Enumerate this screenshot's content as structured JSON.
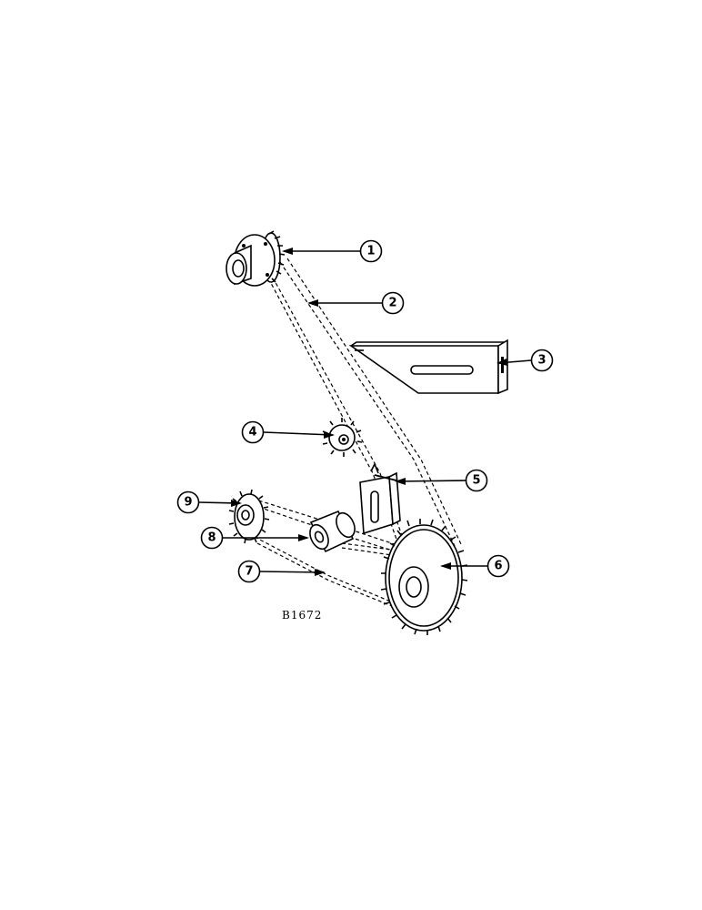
{
  "figure_id": "B1672",
  "callouts": [
    {
      "number": "1",
      "part": "drive sprocket hub"
    },
    {
      "number": "2",
      "part": "drive chain"
    },
    {
      "number": "3",
      "part": "idler bracket"
    },
    {
      "number": "4",
      "part": "idler sprocket"
    },
    {
      "number": "5",
      "part": "sliding idler mount"
    },
    {
      "number": "6",
      "part": "large driven sprocket"
    },
    {
      "number": "7",
      "part": "lower chain"
    },
    {
      "number": "8",
      "part": "spacer"
    },
    {
      "number": "9",
      "part": "small sprocket"
    }
  ]
}
